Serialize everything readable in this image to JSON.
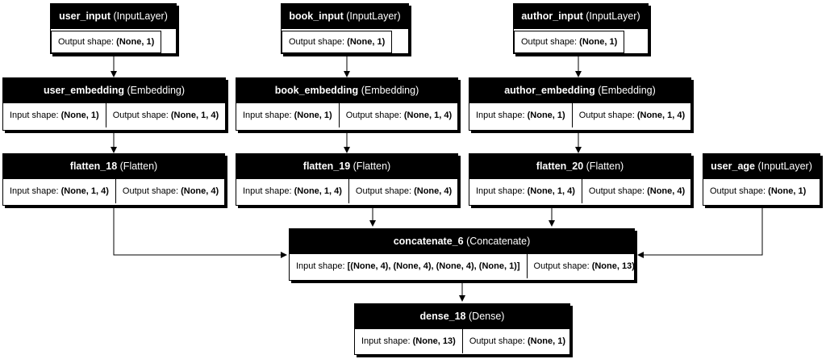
{
  "nodes": {
    "user_input": {
      "name": "user_input",
      "type": "(InputLayer)",
      "output_label": "Output shape:",
      "output": "(None, 1)"
    },
    "book_input": {
      "name": "book_input",
      "type": "(InputLayer)",
      "output_label": "Output shape:",
      "output": "(None, 1)"
    },
    "author_input": {
      "name": "author_input",
      "type": "(InputLayer)",
      "output_label": "Output shape:",
      "output": "(None, 1)"
    },
    "user_embedding": {
      "name": "user_embedding",
      "type": "(Embedding)",
      "input_label": "Input shape:",
      "input": "(None, 1)",
      "output_label": "Output shape:",
      "output": "(None, 1, 4)"
    },
    "book_embedding": {
      "name": "book_embedding",
      "type": "(Embedding)",
      "input_label": "Input shape:",
      "input": "(None, 1)",
      "output_label": "Output shape:",
      "output": "(None, 1, 4)"
    },
    "author_embedding": {
      "name": "author_embedding",
      "type": "(Embedding)",
      "input_label": "Input shape:",
      "input": "(None, 1)",
      "output_label": "Output shape:",
      "output": "(None, 1, 4)"
    },
    "flatten_18": {
      "name": "flatten_18",
      "type": "(Flatten)",
      "input_label": "Input shape:",
      "input": "(None, 1, 4)",
      "output_label": "Output shape:",
      "output": "(None, 4)"
    },
    "flatten_19": {
      "name": "flatten_19",
      "type": "(Flatten)",
      "input_label": "Input shape:",
      "input": "(None, 1, 4)",
      "output_label": "Output shape:",
      "output": "(None, 4)"
    },
    "flatten_20": {
      "name": "flatten_20",
      "type": "(Flatten)",
      "input_label": "Input shape:",
      "input": "(None, 1, 4)",
      "output_label": "Output shape:",
      "output": "(None, 4)"
    },
    "user_age": {
      "name": "user_age",
      "type": "(InputLayer)",
      "output_label": "Output shape:",
      "output": "(None, 1)"
    },
    "concatenate_6": {
      "name": "concatenate_6",
      "type": "(Concatenate)",
      "input_label": "Input shape:",
      "input": "[(None, 4), (None, 4), (None, 4), (None, 1)]",
      "output_label": "Output shape:",
      "output": "(None, 13)"
    },
    "dense_18": {
      "name": "dense_18",
      "type": "(Dense)",
      "input_label": "Input shape:",
      "input": "(None, 13)",
      "output_label": "Output shape:",
      "output": "(None, 1)"
    }
  }
}
